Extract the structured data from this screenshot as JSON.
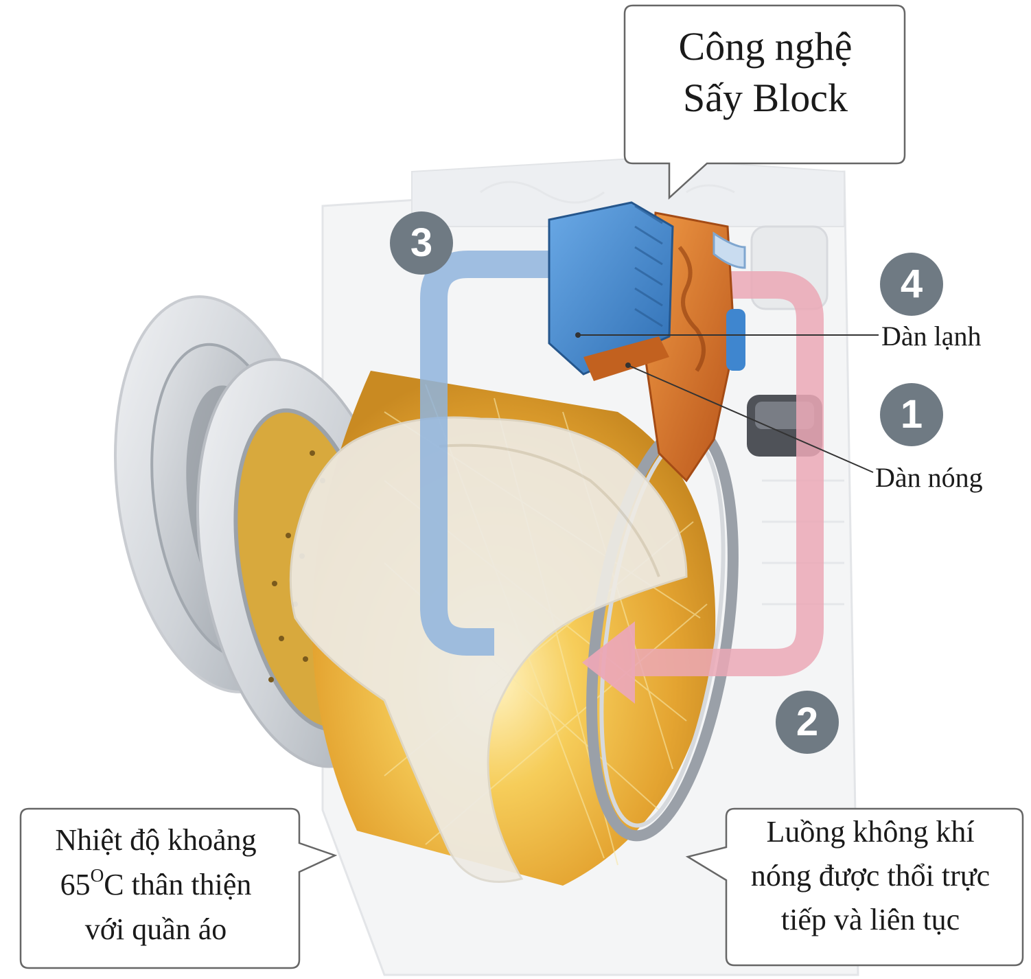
{
  "title": {
    "line1": "Công nghệ",
    "line2": "Sấy Block"
  },
  "badges": {
    "b1": "1",
    "b2": "2",
    "b3": "3",
    "b4": "4"
  },
  "labels": {
    "cold_coil": "Dàn lạnh",
    "hot_coil": "Dàn nóng"
  },
  "left_callout": {
    "line1": "Nhiệt độ khoảng",
    "line2_value": "65",
    "line2_sup": "O",
    "line2_rest": "C thân thiện",
    "line3": "với quần áo"
  },
  "right_callout": {
    "line1": "Luồng không khí",
    "line2": "nóng được thổi trực",
    "line3": "tiếp và liên tục"
  },
  "colors": {
    "cold_coil": "#3f86cf",
    "hot_coil": "#d86f1e",
    "cold_air_arrow": "#8fb4dd",
    "hot_air_arrow": "#eba8b6",
    "drum": "#e9b43a",
    "badge": "#6f7a83"
  },
  "icons": [
    "washing-machine-illustration",
    "dryer-block-icon"
  ]
}
